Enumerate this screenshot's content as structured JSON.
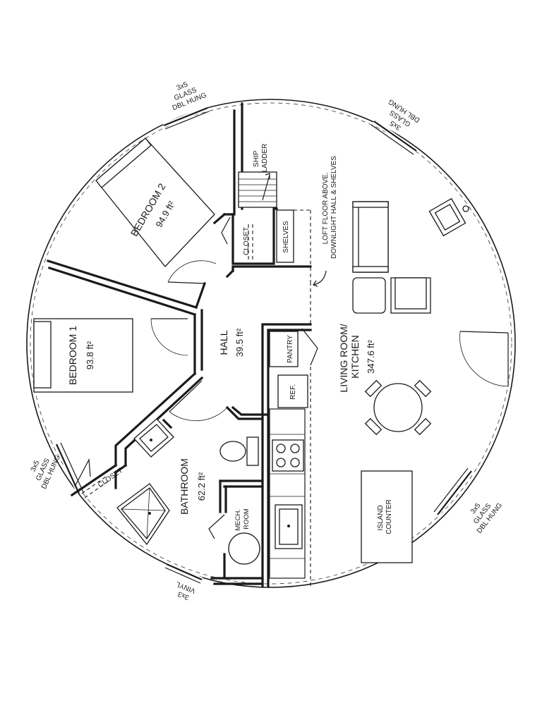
{
  "rooms": {
    "bedroom1": {
      "name": "BEDROOM 1",
      "area": "93.8 ft²"
    },
    "bedroom2": {
      "name": "BEDROOM 2",
      "area": "94.9 ft²"
    },
    "hall": {
      "name": "HALL",
      "area": "39.5 ft²"
    },
    "living": {
      "name_line1": "LIVING ROOM/",
      "name_line2": "KITCHEN",
      "area": "347.6 ft²"
    },
    "bathroom": {
      "name": "BATHROOM",
      "area": "62.2 ft²"
    }
  },
  "labels": {
    "closet_top": "CLOSET",
    "closet_bath": "CLOSET",
    "shelves": "SHELVES",
    "ship_ladder_1": "SHIP",
    "ship_ladder_2": "LADDER",
    "loft_note_1": "LOFT FLOOR ABOVE.",
    "loft_note_2": "DOWNLIGHT HALL & SHELVES",
    "pantry": "PANTRY",
    "ref": "REF.",
    "mech_1": "MECH.",
    "mech_2": "ROOM",
    "island_1": "ISLAND",
    "island_2": "COUNTER"
  },
  "windows": [
    {
      "line1": "3x5",
      "line2": "GLASS",
      "line3": "DBL HUNG"
    },
    {
      "line1": "3x5",
      "line2": "GLASS",
      "line3": "DBL HUNG"
    },
    {
      "line1": "3x5",
      "line2": "GLASS",
      "line3": "DBL HUNG"
    },
    {
      "line1": "3x5",
      "line2": "GLASS",
      "line3": "DBL HUNG"
    },
    {
      "line1": "3x3",
      "line2": "VINYL"
    }
  ]
}
